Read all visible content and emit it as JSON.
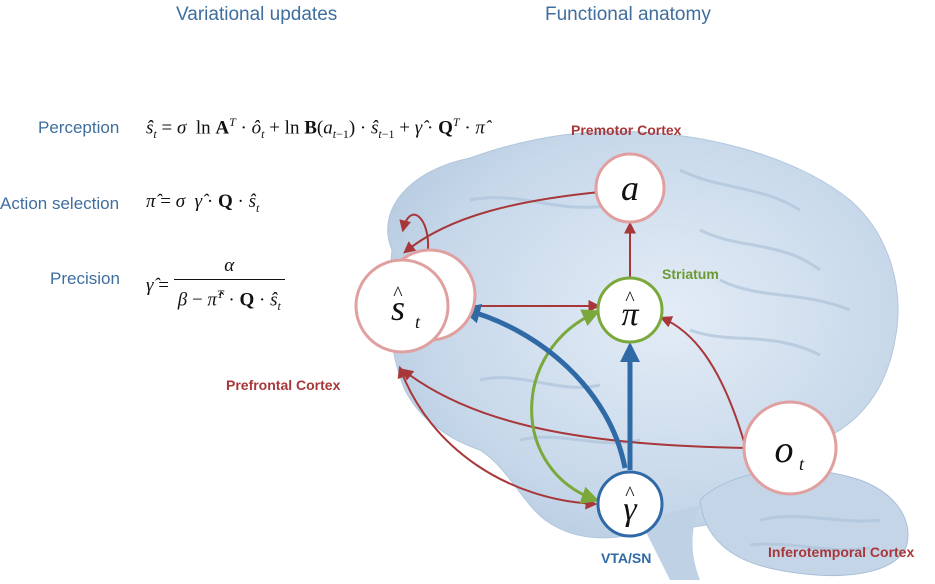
{
  "headings": {
    "left": "Variational updates",
    "right": "Functional anatomy"
  },
  "equations": [
    {
      "label": "Perception"
    },
    {
      "label": "Action selection"
    },
    {
      "label": "Precision"
    }
  ],
  "regions": {
    "premotor": "Premotor Cortex",
    "striatum": "Striatum",
    "prefrontal": "Prefrontal Cortex",
    "vta": "VTA/SN",
    "inferotemporal": "Inferotemporal Cortex"
  },
  "nodes": {
    "a": "a",
    "pi": "π",
    "s": "s",
    "s_sub": "t",
    "o": "o",
    "o_sub": "t",
    "gamma": "γ",
    "hat": "^"
  },
  "colors": {
    "red": "#a8373a",
    "pink_node": "#e0a0a0",
    "green": "#7aa83a",
    "blue": "#2f6aa6",
    "brain": "#c9d9ea",
    "text_blue": "#3f6e9e"
  }
}
